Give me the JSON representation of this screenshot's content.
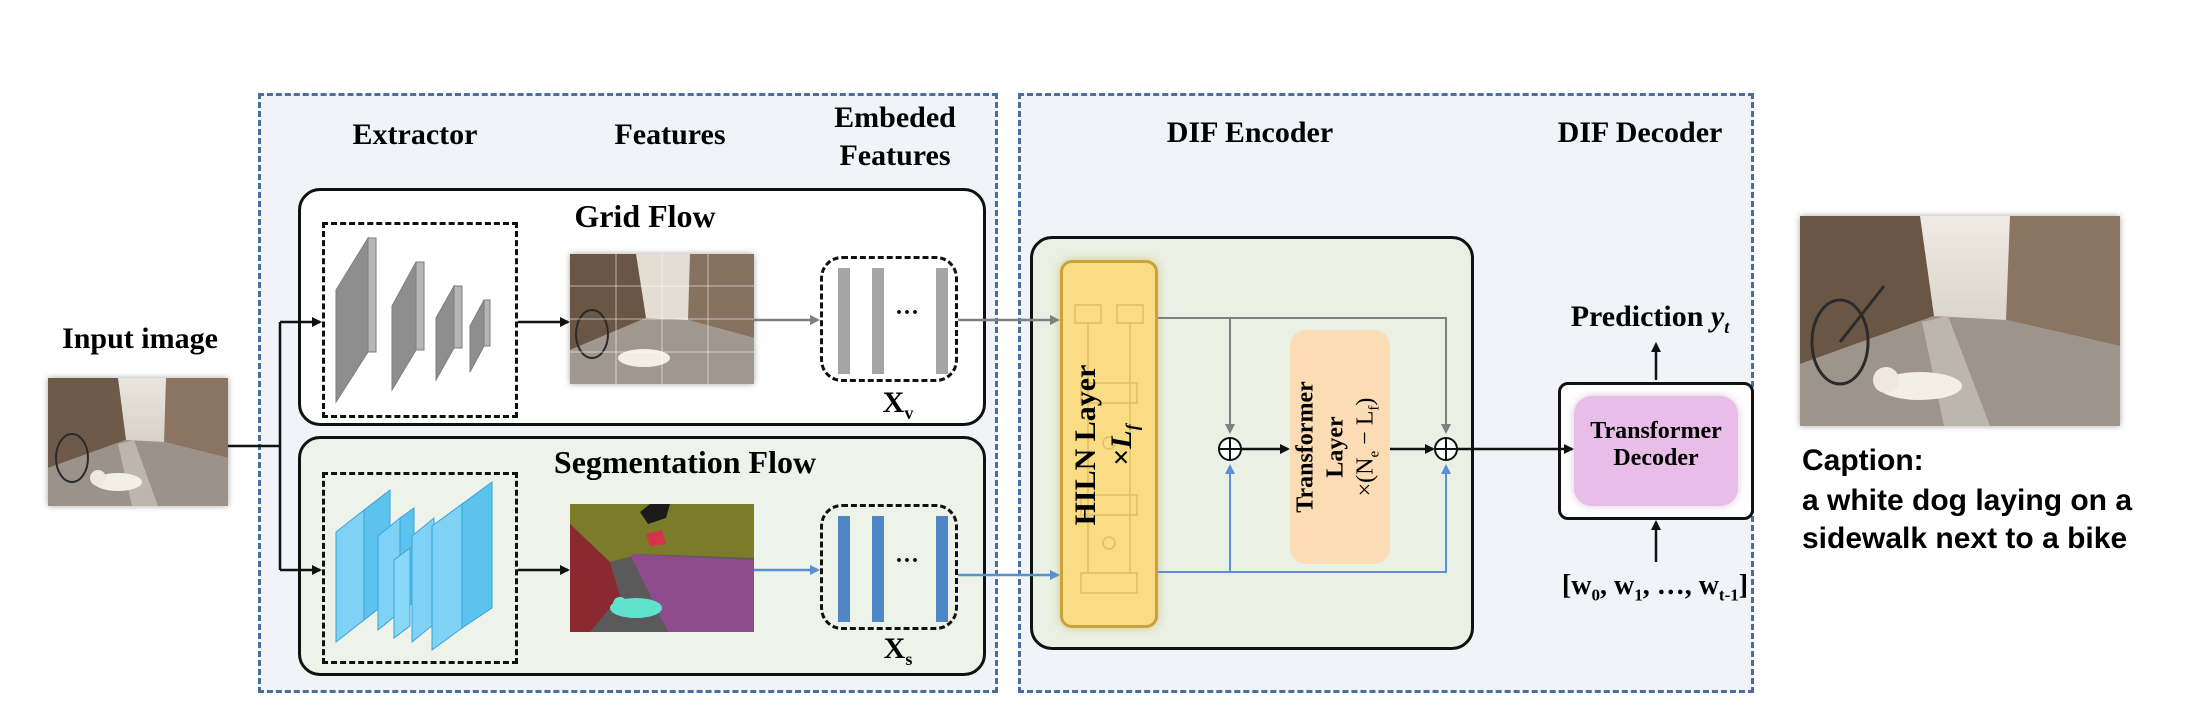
{
  "input": {
    "label": "Input image"
  },
  "columns": {
    "extractor": "Extractor",
    "features": "Features",
    "embeded_line1": "Embeded",
    "embeded_line2": "Features",
    "encoder": "DIF Encoder",
    "decoder": "DIF Decoder"
  },
  "grid_flow": {
    "title": "Grid Flow",
    "symbol": "X",
    "subscript": "v",
    "ellipsis": "···"
  },
  "seg_flow": {
    "title": "Segmentation Flow",
    "symbol": "X",
    "subscript": "s",
    "ellipsis": "···"
  },
  "encoder": {
    "hiln_label": "HILN  Layer",
    "hiln_repeat_prefix": "×",
    "hiln_repeat_var": "L",
    "hiln_repeat_sub": "f",
    "transformer_line1": "Transformer",
    "transformer_line2": "Layer",
    "transformer_repeat": "×(N",
    "transformer_repeat_sub1": "e",
    "transformer_repeat_mid": " − L",
    "transformer_repeat_sub2": "f",
    "transformer_repeat_close": ")"
  },
  "decoder": {
    "prediction_text": "Prediction ",
    "prediction_var": "y",
    "prediction_sub": "t",
    "box_line1": "Transformer",
    "box_line2": "Decoder",
    "tokens_open": "[w",
    "tokens_sub0": "0",
    "tokens_mid1": ", w",
    "tokens_sub1": "1",
    "tokens_mid2": ", …, w",
    "tokens_sub2": "t-1",
    "tokens_close": "]"
  },
  "caption": {
    "heading": "Caption:",
    "line1": "a white dog laying on a",
    "line2": "sidewalk next to a bike"
  },
  "colors": {
    "region_border": "#4a6f9c",
    "region_fill": "#f0f4f9",
    "seg_flow_fill": "#eef3ea",
    "encoder_fill": "#eaf1e4",
    "grid_block": "#9a9a9a",
    "seg_block": "#5cc3ef",
    "embed_grid": "#a5a5a5",
    "embed_seg": "#4f86c6",
    "hiln_fill": "#f9dc84",
    "transformer_fill": "#fbdcb4",
    "decoder_fill": "#e8bde8",
    "blue_arrow": "#5b8fd4"
  }
}
